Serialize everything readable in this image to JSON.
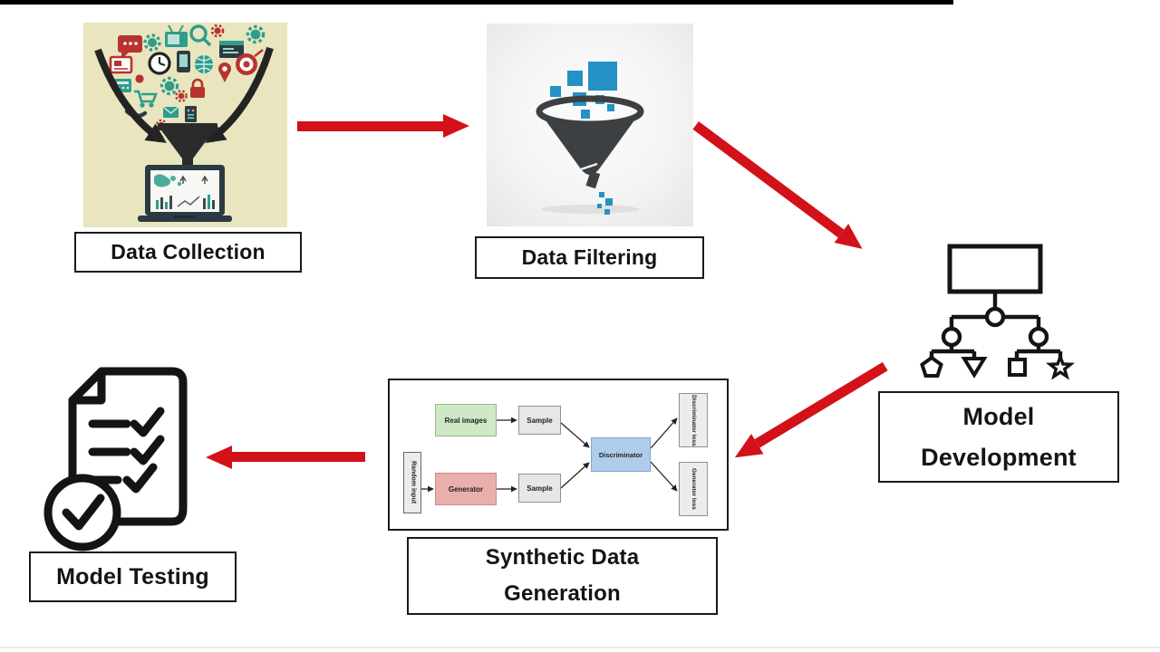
{
  "colors": {
    "arrow_red": "#d31119",
    "label_border": "#1a1a1a",
    "collection_bg": "#e8e5bf",
    "icon_teal": "#2f9d8b",
    "icon_red": "#b7332e",
    "funnel_dark": "#3c4043",
    "filter_blue": "#2492c4",
    "gan_green": "#cfe8c6",
    "gan_pink": "#e9afad",
    "gan_blue": "#afccea",
    "gan_gray": "#e7e7e7"
  },
  "stages": {
    "data_collection": {
      "label": "Data Collection"
    },
    "data_filtering": {
      "label": "Data Filtering"
    },
    "model_development": {
      "line1": "Model",
      "line2": "Development"
    },
    "synthetic_data_generation": {
      "line1": "Synthetic Data",
      "line2": "Generation"
    },
    "model_testing": {
      "label": "Model Testing"
    }
  },
  "gan": {
    "random_input": "Random input",
    "real_images": "Real images",
    "generator": "Generator",
    "sample_top": "Sample",
    "sample_bottom": "Sample",
    "discriminator": "Discriminator",
    "discriminator_loss": "Discriminator loss",
    "generator_loss": "Generator loss"
  }
}
